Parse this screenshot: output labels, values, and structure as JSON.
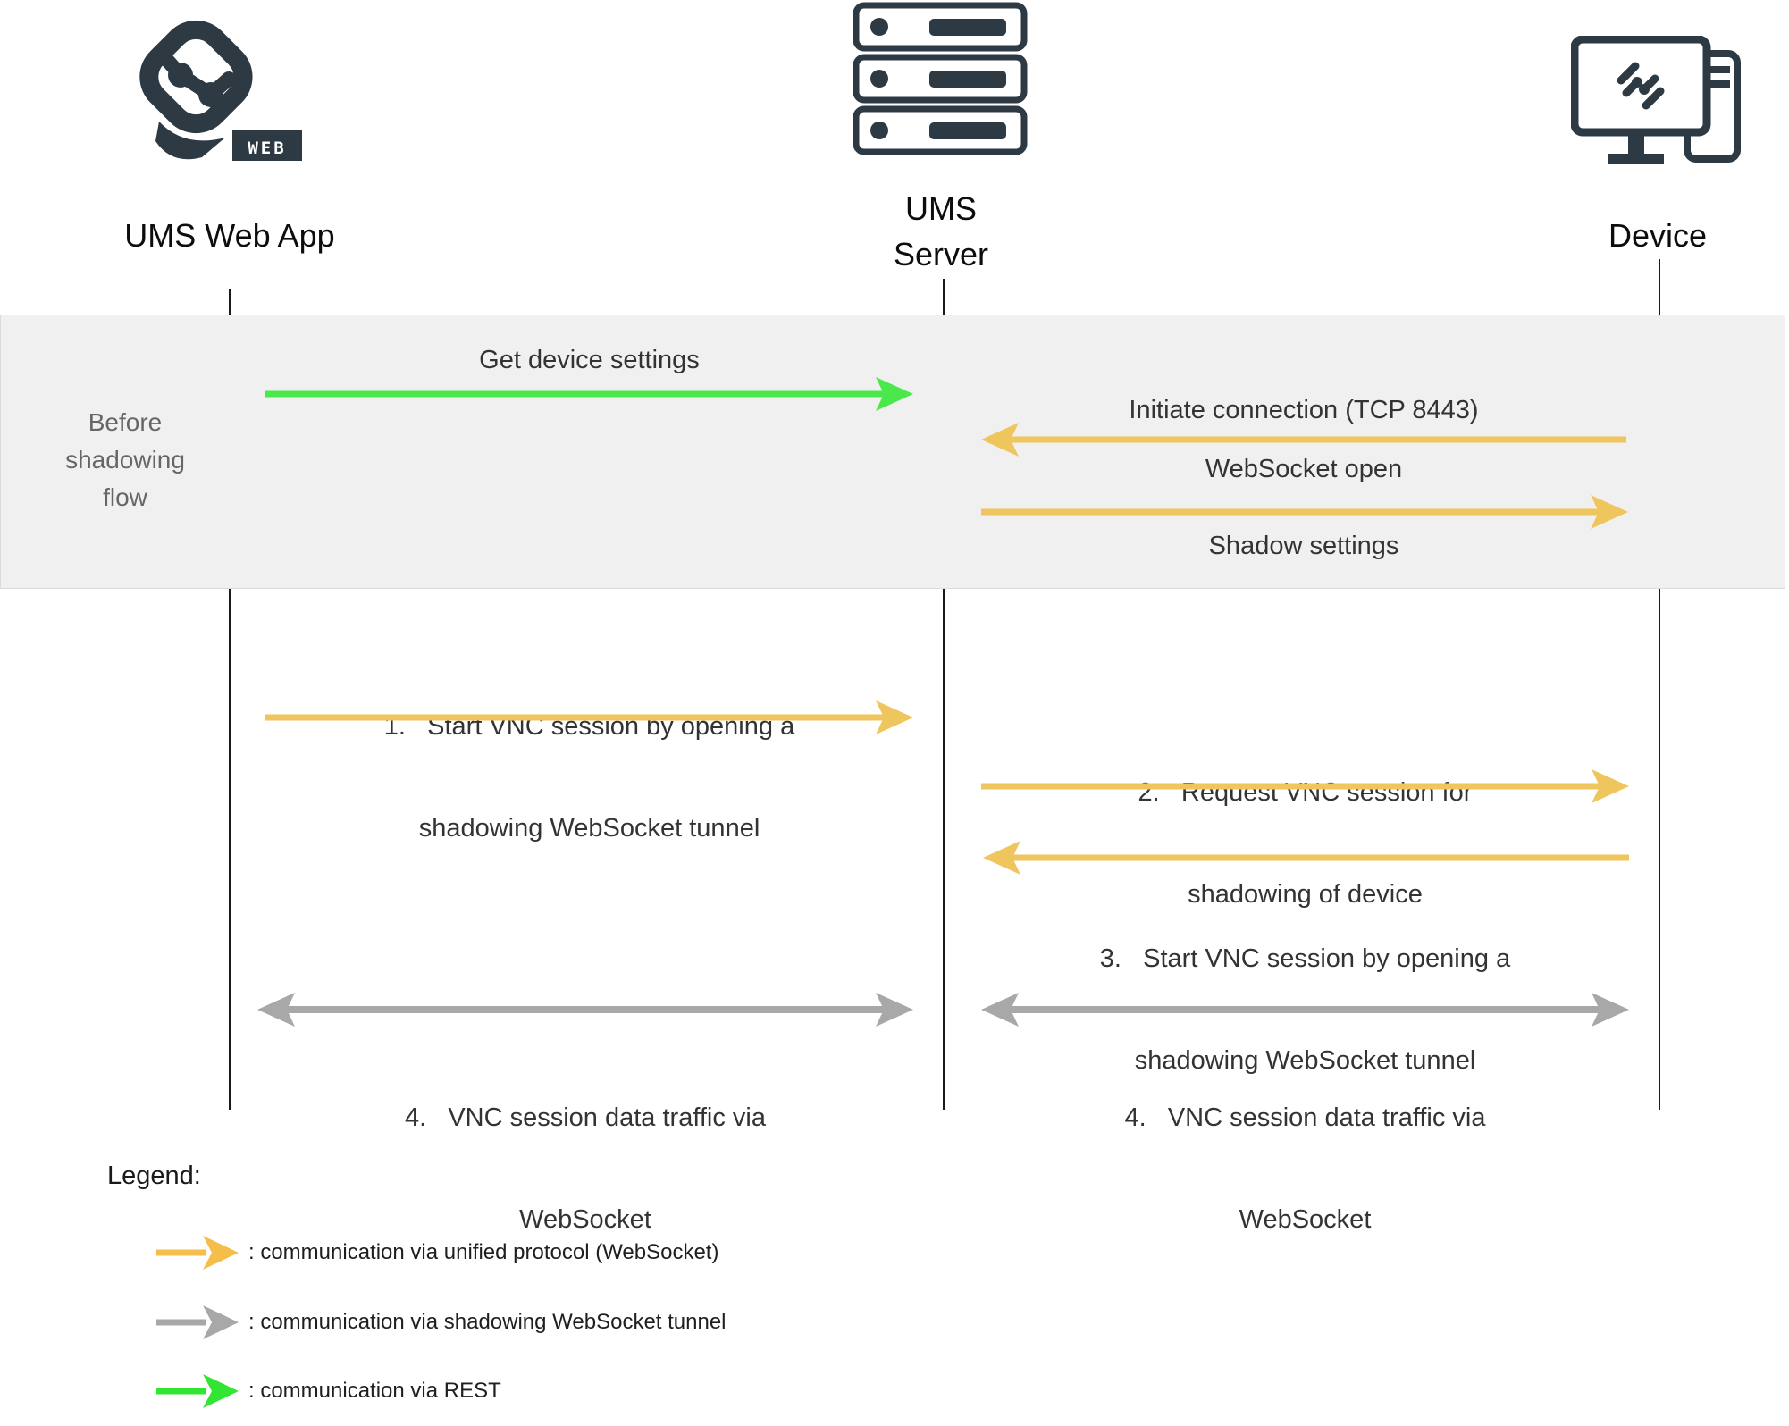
{
  "colors": {
    "dark": "#2d3a43",
    "yellow": "#efc65e",
    "legend_yellow": "#f5bd4a",
    "green": "#4be84b",
    "legend_green": "#32e532",
    "gray": "#a8a8a8",
    "band_bg": "#f0f0f0",
    "band_text": "#666666",
    "message_text": "#333333",
    "lifeline": "#1a1a1a"
  },
  "actors": {
    "web_app": {
      "label": "UMS Web App",
      "badge": "WEB"
    },
    "server": {
      "line1": "UMS",
      "line2": "Server"
    },
    "device": {
      "label": "Device"
    }
  },
  "band": {
    "label": "Before\nshadowing\nflow"
  },
  "messages": {
    "get_device_settings": {
      "label": "Get device settings",
      "type": "rest"
    },
    "initiate_connection": {
      "label": "Initiate connection (TCP 8443)",
      "type": "unified"
    },
    "websocket_open": {
      "label": "WebSocket open",
      "type": "unified"
    },
    "shadow_settings": {
      "label": "Shadow settings",
      "type": "unified"
    },
    "msg1": {
      "lines": [
        "1.   Start VNC session by opening a",
        "shadowing WebSocket tunnel"
      ],
      "type": "unified"
    },
    "msg2": {
      "lines": [
        "2.   Request VNC session for",
        "shadowing of device"
      ],
      "type": "unified"
    },
    "msg3": {
      "lines": [
        "3.   Start VNC session by opening a",
        "shadowing WebSocket tunnel"
      ],
      "type": "unified"
    },
    "msg4_left": {
      "lines": [
        "4.   VNC session data traffic via",
        "WebSocket"
      ],
      "type": "shadowing"
    },
    "msg4_right": {
      "lines": [
        "4.   VNC session data traffic via",
        "WebSocket"
      ],
      "type": "shadowing"
    }
  },
  "legend": {
    "title": "Legend:",
    "items": [
      {
        "label": ": communication via unified protocol (WebSocket)",
        "type": "unified"
      },
      {
        "label": ": communication via shadowing WebSocket tunnel",
        "type": "shadowing"
      },
      {
        "label": ": communication via REST",
        "type": "rest"
      }
    ]
  }
}
